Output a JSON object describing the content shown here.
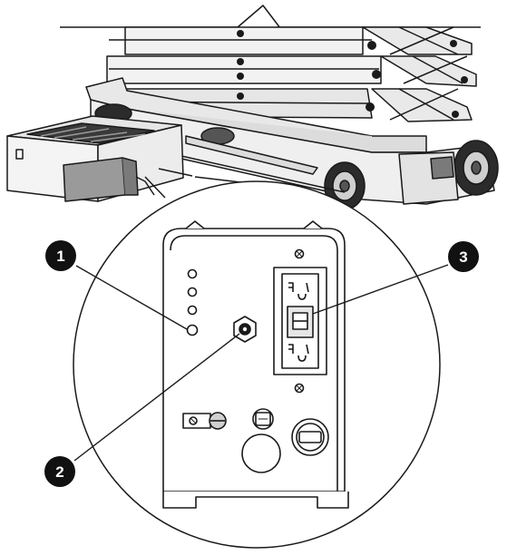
{
  "figure": {
    "machine": "scissor-lift",
    "callouts": [
      {
        "number": "1"
      },
      {
        "number": "2"
      },
      {
        "number": "3"
      }
    ],
    "colors": {
      "line": "#1a1a1a",
      "fill_light": "#f2f2f2",
      "fill_mid": "#d9d9d9",
      "fill_dark": "#7a7a7a",
      "callout_fill": "#111111",
      "callout_text": "#ffffff",
      "background": "#ffffff"
    }
  }
}
